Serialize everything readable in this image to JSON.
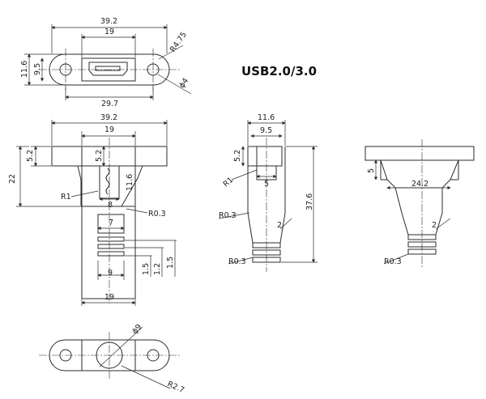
{
  "title": "USB2.0/3.0",
  "top_view": {
    "overall_width": "39.2",
    "port_width": "19",
    "corner_radius": "R4.75",
    "height_outer": "11.6",
    "height_inner": "9.5",
    "hole_diameter": "ϕ4",
    "hole_spacing": "29.7"
  },
  "front_view": {
    "overall_width": "39.2",
    "body_width": "19",
    "flange_height_left": "5.2",
    "flange_height_inner": "5.2",
    "total_height": "22",
    "radius_1": "R1",
    "socket_height": "11.6",
    "socket_width": "8",
    "radius_2": "R0.3",
    "tail_width": "7",
    "rib_1": "1.5",
    "rib_2": "1.2",
    "rib_3": "1.5",
    "tail_bottom_width": "9",
    "bottom_width": "19"
  },
  "side_view": {
    "outer_width": "11.6",
    "inner_width": "9.5",
    "flange_height": "5.2",
    "radius_1": "R1",
    "slot_width": "5",
    "total_length": "37.6",
    "radius_2": "R0.3",
    "dim_2": "2",
    "radius_3": "R0.3"
  },
  "rear_view": {
    "flange_height": "5",
    "inner_width": "24.2",
    "dim_2": "2",
    "radius": "R0.3"
  },
  "bottom_view": {
    "hole_diameter": "ϕ9",
    "radius": "R2.7"
  }
}
